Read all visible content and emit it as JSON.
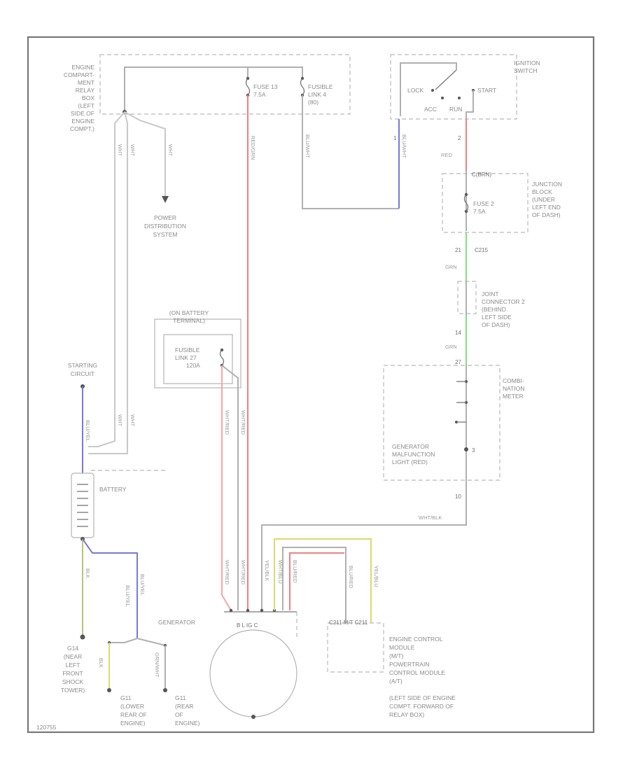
{
  "labels": {
    "relay_box": [
      "ENGINE",
      "COMPART-",
      "MENT",
      "RELAY",
      "BOX",
      "(LEFT",
      "SIDE OF",
      "ENGINE",
      "COMPT.)"
    ],
    "fuse13": [
      "FUSE 13",
      "7.5A"
    ],
    "fusible_link4": [
      "FUSIBLE",
      "LINK 4",
      "(80)"
    ],
    "ignition_switch": [
      "IGNITION",
      "SWITCH"
    ],
    "lock": "LOCK",
    "start": "START",
    "acc": "ACC",
    "run": "RUN",
    "junction_block": [
      "JUNCTION",
      "BLOCK",
      "(UNDER",
      "LEFT END",
      "OF DASH)"
    ],
    "fuse2": [
      "FUSE 2",
      "7.5A"
    ],
    "power_distribution": [
      "POWER",
      "DISTRIBUTION",
      "SYSTEM"
    ],
    "on_battery_terminal": [
      "(ON BATTERY",
      "TERMINAL)"
    ],
    "fusible_link27": [
      "FUSIBLE",
      "LINK 27",
      "120A"
    ],
    "joint_connector": [
      "JOINT",
      "CONNECTOR 2",
      "(BEHIND",
      "LEFT SIDE",
      "OF DASH)"
    ],
    "combination_meter": [
      "COMBI-",
      "NATION",
      "METER"
    ],
    "generator_malfunction": [
      "GENERATOR",
      "MALFUNCTION",
      "LIGHT (RED)"
    ],
    "starting_circuit": [
      "STARTING",
      "CIRCUIT"
    ],
    "battery": "BATTERY",
    "generator": "GENERATOR",
    "ecm": [
      "ENGINE CONTROL",
      "MODULE",
      "(M/T)",
      "POWERTRAIN",
      "CONTROL MODULE",
      "(A/T)",
      "(LEFT SIDE OF ENGINE",
      "COMPT. FORWARD OF",
      "RELAY BOX)"
    ],
    "ground_g14": [
      "G14",
      "(NEAR",
      "LEFT",
      "FRONT",
      "SHOCK",
      "TOWER)"
    ],
    "ground_g11": [
      "G11",
      "(LOWER",
      "REAR OF",
      "ENGINE)"
    ],
    "ground_g12": [
      "G11",
      "(REAR",
      "OF",
      "ENGINE)"
    ],
    "ecm_pins": "C211 M/T C211",
    "gen_pins": "B   L   IG  C",
    "footer_code": "120755"
  },
  "pins": {
    "p1": "1",
    "p2": "2",
    "c_grn": "C(BRN)",
    "p21": "21",
    "c_c215": "C215",
    "p14": "14",
    "p27": "27",
    "p3": "3",
    "p10": "10"
  },
  "wires": {
    "wht_left": "WHT",
    "wht_mid": "WHT",
    "wht_right": "WHT",
    "red_grn": "RED/GRN",
    "blu_wht": "BLU/WHT",
    "blu_wht2": "BLU/WHT",
    "red": "RED",
    "grn": "GRN",
    "grn2": "GRN",
    "blu_yel": "BLU/YEL",
    "wht": "WHT",
    "wht2": "WHT",
    "wht_red": "WHT/RED",
    "wht_red2": "WHT/RED",
    "wht_blk": "WHT/BLK",
    "wht_red3": "WHT/RED",
    "wht_red4": "WHT/RED",
    "yel_blk": "YEL/BLK",
    "wht_blu": "WHT/BLU",
    "blu_red": "BLU/RED",
    "blu_red2": "BLU/RED",
    "yel_blu": "YEL/BLU",
    "grn_wht": "GRN/WHT",
    "blu_yel2": "BLU/YEL",
    "blu_yel3": "BLU/YEL",
    "blk": "BLK",
    "blk2": "BLK"
  },
  "colors": {
    "frame": "#777777",
    "wire_red": "#f08080",
    "wire_blue": "#7878d8",
    "wire_green": "#7ee07e",
    "wire_yellow": "#d8dc6a",
    "wire_gray": "#c9c9c9"
  }
}
